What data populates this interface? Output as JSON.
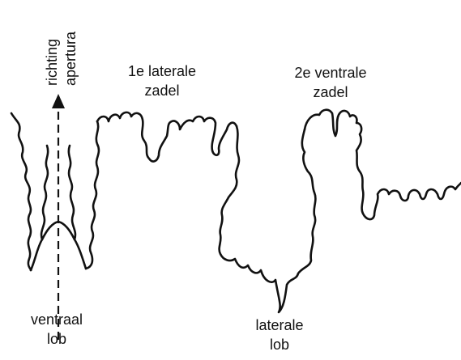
{
  "labels": {
    "direction_line1": "richting",
    "direction_line2": "apertura",
    "first_lateral_saddle_line1": "1e laterale",
    "first_lateral_saddle_line2": "zadel",
    "second_ventral_saddle_line1": "2e ventrale",
    "second_ventral_saddle_line2": "zadel",
    "ventral_lobe_line1": "ventraal",
    "ventral_lobe_line2": "lob",
    "lateral_lobe_line1": "laterale",
    "lateral_lobe_line2": "lob"
  },
  "colors": {
    "ink": "#111111",
    "background": "#ffffff"
  }
}
